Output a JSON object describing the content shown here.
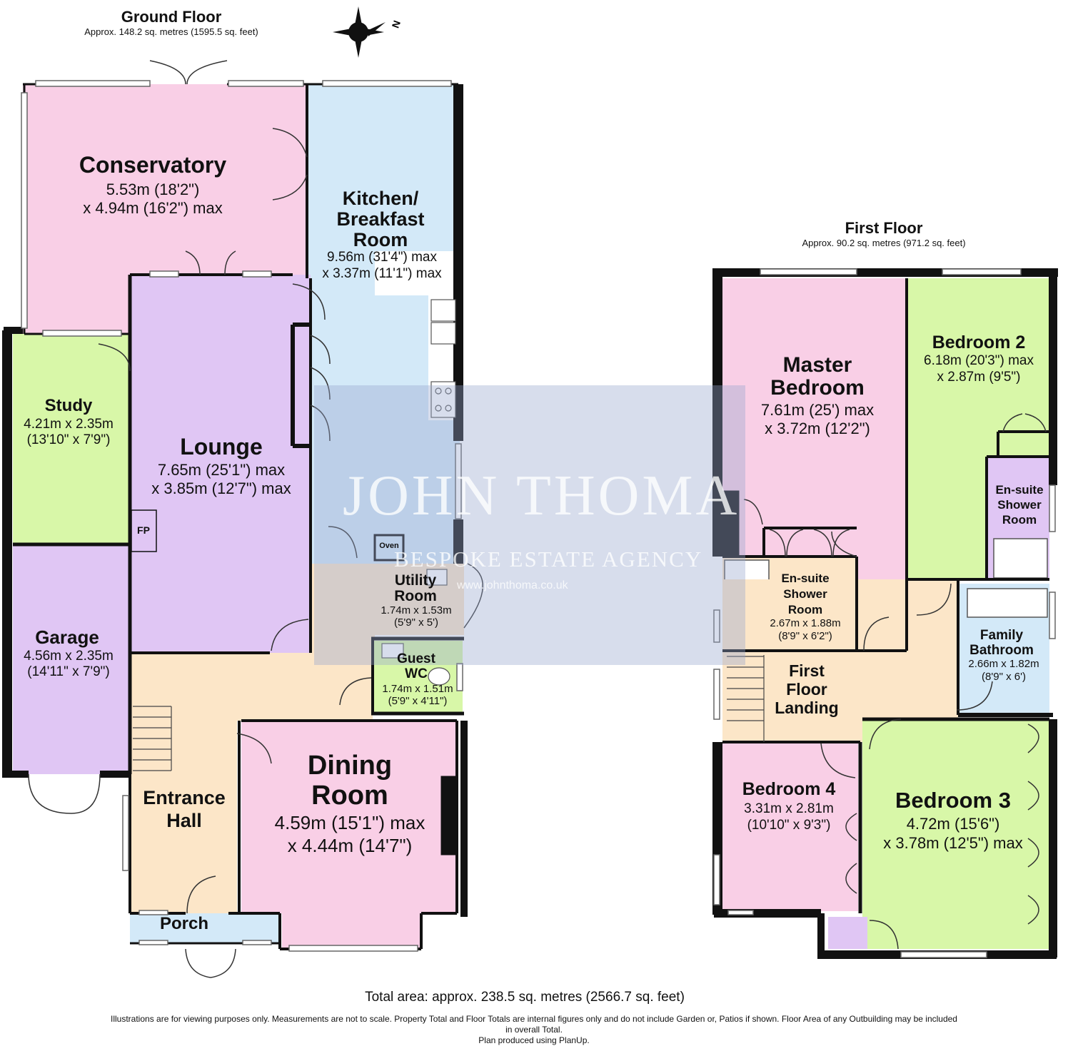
{
  "ground_floor": {
    "title": "Ground Floor",
    "area": "Approx. 148.2 sq. metres (1595.5 sq. feet)",
    "rooms": {
      "conservatory": {
        "name": "Conservatory",
        "dim1": "5.53m (18'2\")",
        "dim2": "x 4.94m (16'2\") max"
      },
      "kitchen": {
        "name1": "Kitchen/",
        "name2": "Breakfast",
        "name3": "Room",
        "dim1": "9.56m (31'4\") max",
        "dim2": "x 3.37m (11'1\") max"
      },
      "study": {
        "name": "Study",
        "dim1": "4.21m x 2.35m",
        "dim2": "(13'10\" x 7'9\")"
      },
      "lounge": {
        "name": "Lounge",
        "dim1": "7.65m (25'1\") max",
        "dim2": "x 3.85m (12'7\") max",
        "fp": "FP"
      },
      "garage": {
        "name": "Garage",
        "dim1": "4.56m x 2.35m",
        "dim2": "(14'11\" x 7'9\")"
      },
      "oven": "Oven",
      "utility": {
        "name1": "Utility",
        "name2": "Room",
        "dim1": "1.74m x 1.53m",
        "dim2": "(5'9\" x 5')"
      },
      "guest_wc": {
        "name1": "Guest",
        "name2": "WC",
        "dim1": "1.74m x 1.51m",
        "dim2": "(5'9\" x 4'11\")"
      },
      "entrance": {
        "name1": "Entrance",
        "name2": "Hall"
      },
      "dining": {
        "name1": "Dining",
        "name2": "Room",
        "dim1": "4.59m (15'1\") max",
        "dim2": "x 4.44m (14'7\")"
      },
      "porch": {
        "name": "Porch"
      }
    }
  },
  "first_floor": {
    "title": "First Floor",
    "area": "Approx. 90.2 sq. metres (971.2 sq. feet)",
    "rooms": {
      "master": {
        "name1": "Master",
        "name2": "Bedroom",
        "dim1": "7.61m (25') max",
        "dim2": "x 3.72m (12'2\")"
      },
      "bedroom2": {
        "name": "Bedroom 2",
        "dim1": "6.18m (20'3\") max",
        "dim2": "x 2.87m (9'5\")"
      },
      "ensuite2": {
        "name1": "En-suite",
        "name2": "Shower",
        "name3": "Room"
      },
      "ensuite_master": {
        "name1": "En-suite",
        "name2": "Shower",
        "name3": "Room",
        "dim1": "2.67m x 1.88m",
        "dim2": "(8'9\" x 6'2\")"
      },
      "family_bath": {
        "name1": "Family",
        "name2": "Bathroom",
        "dim1": "2.66m x 1.82m",
        "dim2": "(8'9\" x 6')"
      },
      "landing": {
        "name1": "First",
        "name2": "Floor",
        "name3": "Landing"
      },
      "bedroom4": {
        "name": "Bedroom 4",
        "dim1": "3.31m x 2.81m",
        "dim2": "(10'10\" x 9'3\")"
      },
      "bedroom3": {
        "name": "Bedroom 3",
        "dim1": "4.72m (15'6\")",
        "dim2": "x 3.78m (12'5\") max"
      }
    }
  },
  "compass": {
    "north_label": "N"
  },
  "watermark": {
    "name": "JOHN THOMA",
    "tagline": "BESPOKE ESTATE AGENCY",
    "url": "www.johnthoma.co.uk"
  },
  "footer": {
    "total": "Total area: approx. 238.5 sq. metres (2566.7 sq. feet)",
    "disclaimer1": "Illustrations are for viewing purposes only. Measurements are not to scale. Property Total and Floor Totals are internal figures only and do not include Garden or, Patios if shown. Floor Area of any Outbuilding may be included",
    "disclaimer2": "in overall Total.",
    "credit": "Plan produced using PlanUp."
  },
  "colors": {
    "pink": "#f9cfe6",
    "blue": "#d3e9f8",
    "lilac": "#e0c6f4",
    "green": "#d8f7a8",
    "beige": "#fce6c8",
    "wall": "#111111",
    "fixture": "#ffffff"
  }
}
